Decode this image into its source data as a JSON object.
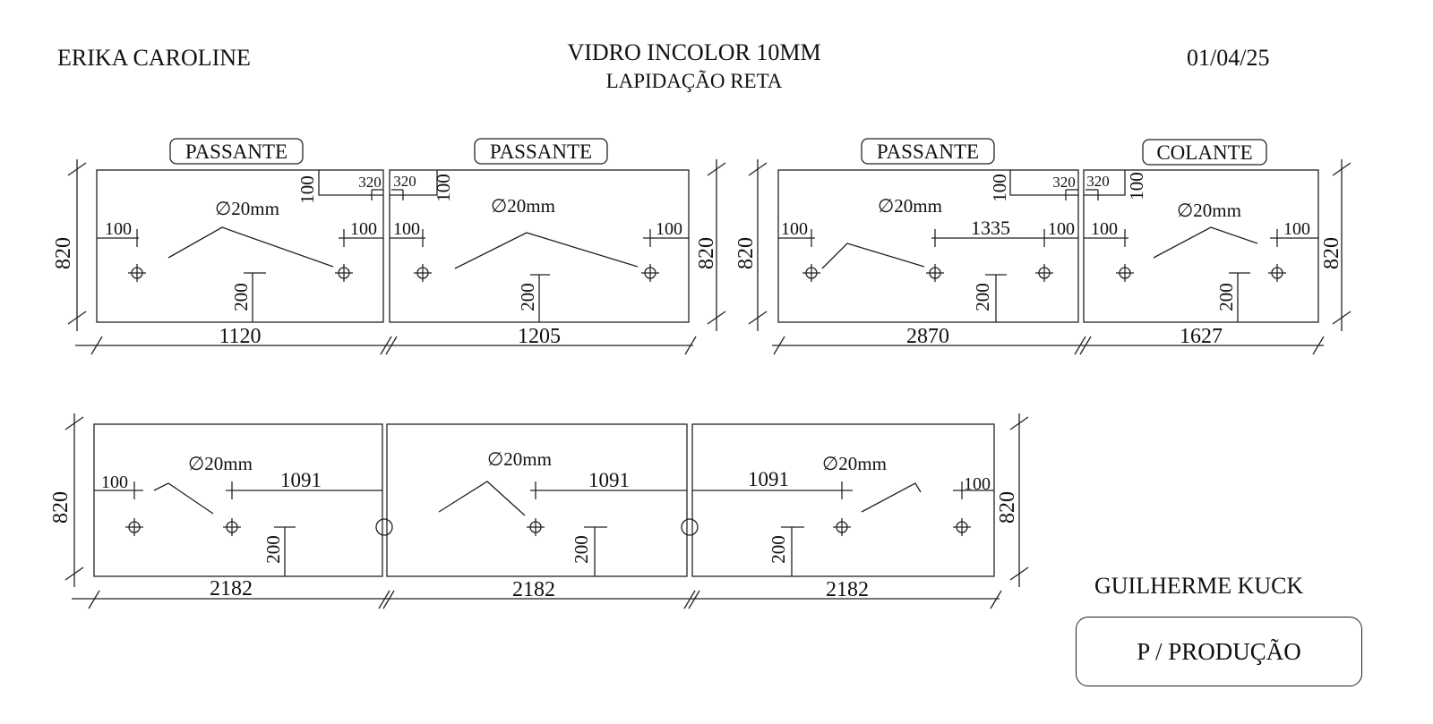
{
  "header": {
    "client": "ERIKA CAROLINE",
    "material": "VIDRO INCOLOR 10MM",
    "finish": "LAPIDAÇÃO RETA",
    "date": "01/04/25"
  },
  "signer": "GUILHERME KUCK",
  "stamp": "P / PRODUÇÃO",
  "panels_top": [
    {
      "type": "PASSANTE",
      "width": "1120",
      "height": "820",
      "hole": "∅20mm",
      "edge_left": "100",
      "edge_right": "100",
      "hole_height": "200",
      "notch_w": "320",
      "notch_h": "100"
    },
    {
      "type": "PASSANTE",
      "width": "1205",
      "height": "820",
      "hole": "∅20mm",
      "edge_left": "100",
      "edge_right": "100",
      "hole_height": "200",
      "notch_w": "320",
      "notch_h": "100"
    },
    {
      "type": "PASSANTE",
      "width": "2870",
      "height": "820",
      "hole": "∅20mm",
      "edge_left": "100",
      "edge_right": "100",
      "hole_height": "200",
      "spacing": "1335",
      "notch_w": "320",
      "notch_h": "100"
    },
    {
      "type": "COLANTE",
      "width": "1627",
      "height": "820",
      "hole": "∅20mm",
      "edge_left": "100",
      "edge_right": "100",
      "hole_height": "200",
      "notch_w": "320",
      "notch_h": "100"
    }
  ],
  "panels_bottom": [
    {
      "width": "2182",
      "height": "820",
      "hole": "∅20mm",
      "edge": "100",
      "spacing": "1091",
      "hole_height": "200"
    },
    {
      "width": "2182",
      "hole": "∅20mm",
      "spacing": "1091",
      "hole_height": "200"
    },
    {
      "width": "2182",
      "height": "820",
      "hole": "∅20mm",
      "edge": "100",
      "spacing": "1091",
      "hole_height": "200"
    }
  ]
}
